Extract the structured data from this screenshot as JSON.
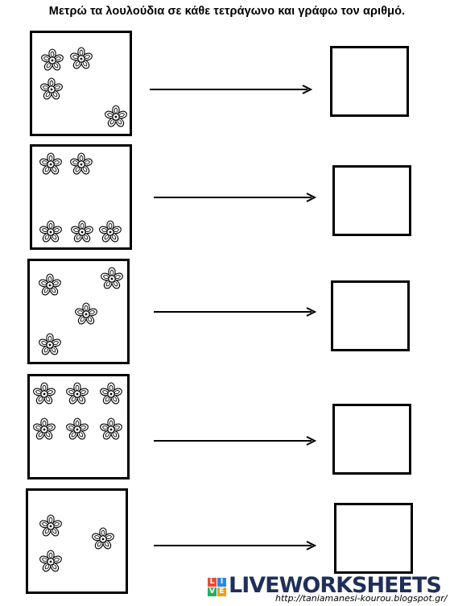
{
  "worksheet": {
    "instruction": "Μετρώ τα λουλούδια σε κάθε τετράγωνο και γράφω τον αριθμό.",
    "rows": [
      {
        "flower_count": 4,
        "answer": ""
      },
      {
        "flower_count": 5,
        "answer": ""
      },
      {
        "flower_count": 4,
        "answer": ""
      },
      {
        "flower_count": 6,
        "answer": ""
      },
      {
        "flower_count": 3,
        "answer": ""
      }
    ]
  },
  "footer": {
    "logo_text": "LIVEWORKSHEETS",
    "badge_letters": [
      "L",
      "I",
      "V",
      "E"
    ],
    "badge_colors": [
      "#e74c3c",
      "#2e86de",
      "#27ae60",
      "#f39c12"
    ],
    "source_url": "http://taniamanesi-kourou.blogspot.gr/"
  },
  "icons": {
    "flower": "flower-icon",
    "arrow": "arrow-right-icon"
  }
}
